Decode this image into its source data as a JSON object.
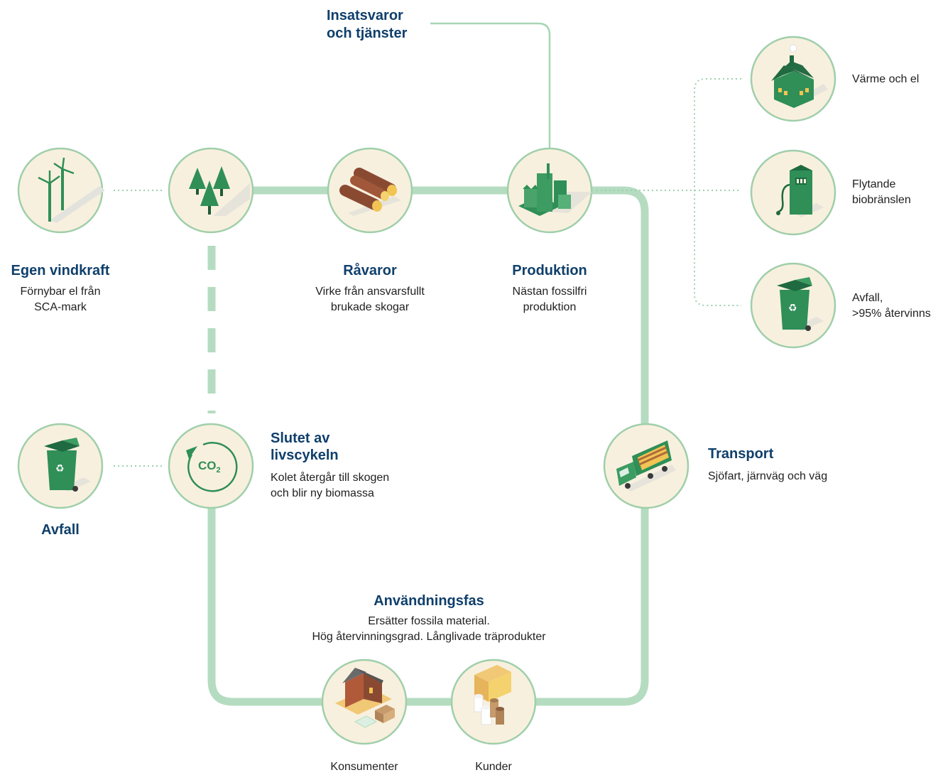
{
  "nodes": {
    "inputs": {
      "title": "Insatsvaror\noch tjänster"
    },
    "wind": {
      "title": "Egen vindkraft",
      "desc": "Förnybar el från\nSCA-mark",
      "icon": "wind-turbine-icon"
    },
    "forest": {
      "icon": "forest-icon"
    },
    "raw": {
      "title": "Råvaror",
      "desc": "Virke från ansvarsfullt\nbrukade skogar",
      "icon": "logs-icon"
    },
    "production": {
      "title": "Produktion",
      "desc": "Nästan fossilfri\nproduktion",
      "icon": "factory-icon"
    },
    "heat": {
      "label": "Värme och el",
      "icon": "house-chimney-icon"
    },
    "biofuel": {
      "label": "Flytande\nbiobränslen",
      "icon": "fuel-pump-icon"
    },
    "waste_right": {
      "label": "Avfall,\n>95% återvinns",
      "icon": "recycle-bin-icon"
    },
    "transport": {
      "title": "Transport",
      "desc": "Sjöfart, järnväg och väg",
      "icon": "timber-truck-icon"
    },
    "end_of_life": {
      "title": "Slutet av\nlivscykeln",
      "desc": "Kolet återgår till skogen\noch blir ny biomassa",
      "icon": "co2-cycle-icon",
      "badge": "CO",
      "badge_sub": "2"
    },
    "waste_left": {
      "title": "Avfall",
      "icon": "recycle-bin-icon"
    },
    "use_phase": {
      "title": "Användningsfas",
      "desc": "Ersätter fossila material.\nHög återvinningsgrad. Långlivade träprodukter"
    },
    "consumers": {
      "label": "Konsumenter",
      "icon": "house-boxes-icon"
    },
    "customers": {
      "label": "Kunder",
      "icon": "paper-rolls-lumber-icon"
    }
  },
  "colors": {
    "flow_line": "#b5dcc0",
    "circle_fill": "#f8f0de",
    "circle_stroke": "#9fcfaa",
    "icon_green": "#2f8f57",
    "dark_blue": "#0f3f6b",
    "dotted": "#9ed0ad"
  }
}
